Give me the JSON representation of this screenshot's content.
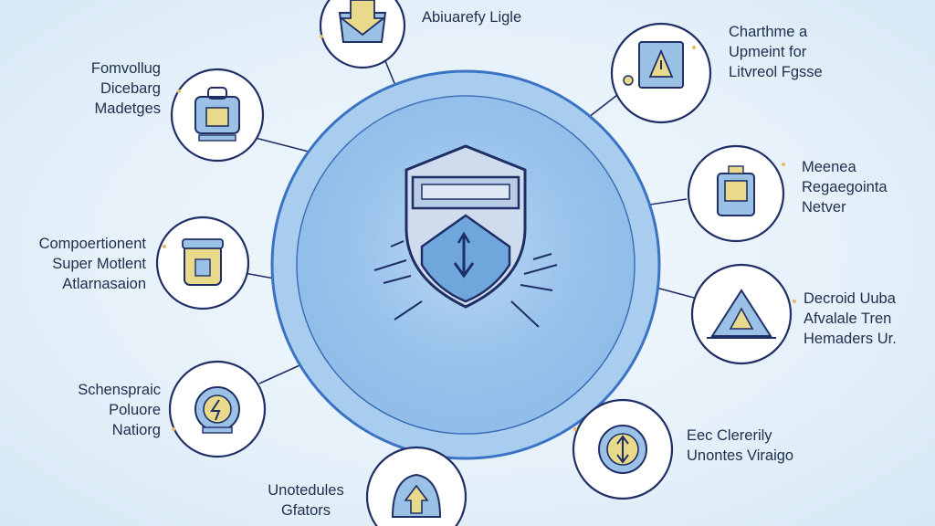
{
  "colors": {
    "background": "#e6f1fa",
    "hub_fill": "#9cc6ec",
    "hub_stroke": "#3a73c4",
    "node_stroke": "#1f2f66",
    "node_fill": "#ffffff",
    "accent_yellow": "#e9d98a",
    "text": "#20304f"
  },
  "hub": {
    "icon": "shield-download-icon"
  },
  "nodes": [
    {
      "id": "top",
      "icon": "download-box-icon",
      "lines": [
        "Abiuarefy Ligle"
      ]
    },
    {
      "id": "upper-right",
      "icon": "warning-window-icon",
      "lines": [
        "Charthme a",
        "Upmeint for",
        "Litvreol Fgsse"
      ]
    },
    {
      "id": "right-upper",
      "icon": "device-lock-icon",
      "lines": [
        "Meenea",
        "Regaegointa",
        "Netver"
      ]
    },
    {
      "id": "right-lower",
      "icon": "alert-triangle-icon",
      "lines": [
        "Decroid Uuba",
        "Afvalale Tren",
        "Hemaders Ur."
      ]
    },
    {
      "id": "lower-right",
      "icon": "transfer-arrows-icon",
      "lines": [
        "Eec Clererily",
        "Unontes Viraigo"
      ]
    },
    {
      "id": "bottom",
      "icon": "upload-dome-icon",
      "lines": [
        "Unotedules",
        "Gfators"
      ]
    },
    {
      "id": "lower-left",
      "icon": "badge-bolt-icon",
      "lines": [
        "Schenspraic",
        "Poluore",
        "Natiorg"
      ]
    },
    {
      "id": "left",
      "icon": "secure-jar-icon",
      "lines": [
        "Compoertionent",
        "Super Motlent",
        "Atlarnasaion"
      ]
    },
    {
      "id": "upper-left",
      "icon": "backpack-lock-icon",
      "lines": [
        "Fomvollug",
        "Dicebarg",
        "Madetges"
      ]
    }
  ]
}
